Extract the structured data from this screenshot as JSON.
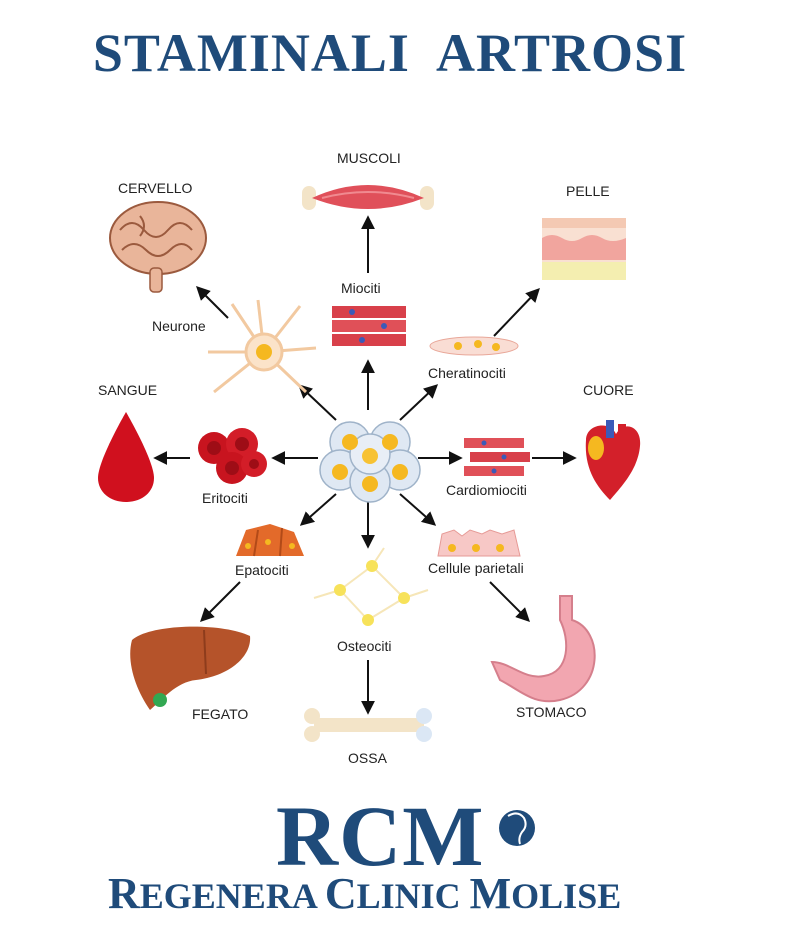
{
  "title": "STAMINALI  ARTROSI",
  "cells": {
    "miociti": "Miociti",
    "neurone": "Neurone",
    "cheratinociti": "Cheratinociti",
    "eritociti": "Eritociti",
    "cardiomiociti": "Cardiomiociti",
    "epatociti": "Epatociti",
    "cellule_parietali": "Cellule parietali",
    "osteociti": "Osteociti"
  },
  "organs": {
    "muscoli": "MUSCOLI",
    "cervello": "CERVELLO",
    "pelle": "PELLE",
    "sangue": "SANGUE",
    "cuore": "CUORE",
    "fegato": "FEGATO",
    "stomaco": "STOMACO",
    "ossa": "OSSA"
  },
  "logo": {
    "acronym": "RCM",
    "name_parts": [
      {
        "big": "R",
        "small": "EGENERA "
      },
      {
        "big": "C",
        "small": "LINIC "
      },
      {
        "big": "M",
        "small": "OLISE"
      }
    ]
  },
  "colors": {
    "brand": "#1f4b7a",
    "muscle": "#e0505a",
    "blood": "#d0101e",
    "liver": "#b5532a",
    "bone": "#f3e4c8",
    "cell_yellow": "#f5b820"
  }
}
